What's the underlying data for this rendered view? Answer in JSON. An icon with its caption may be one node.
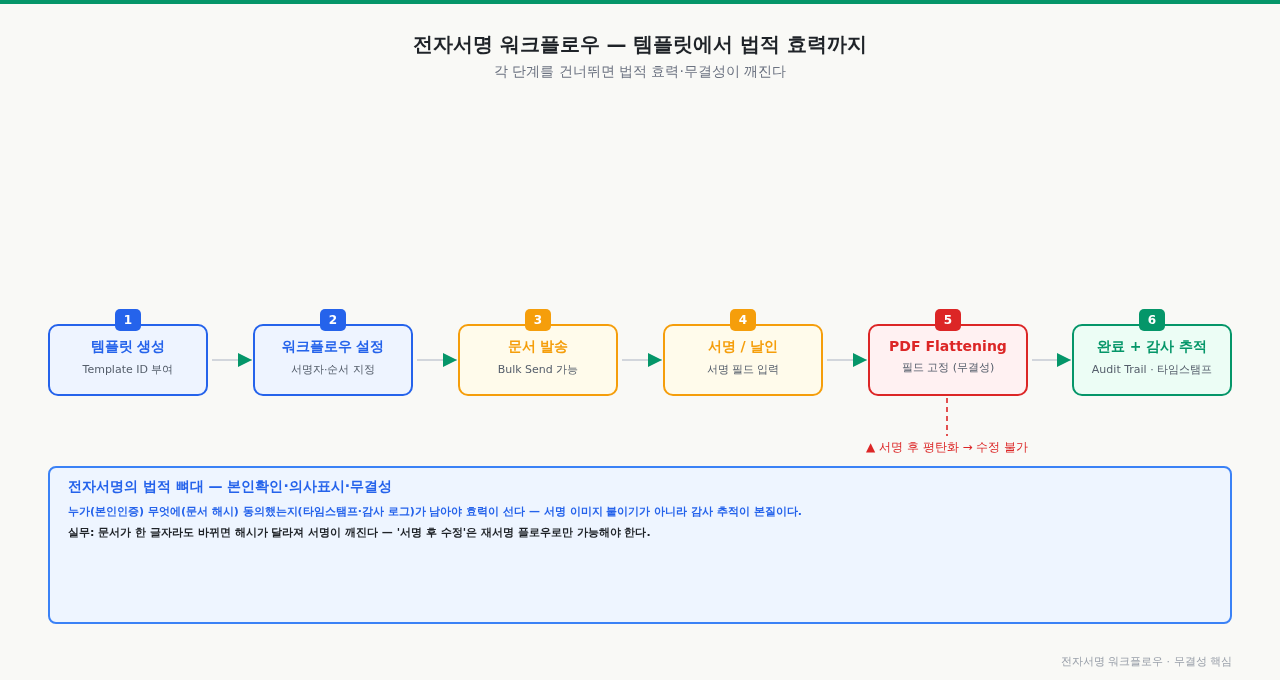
{
  "diagram": {
    "title": "전자서명 워크플로우 — 템플릿에서 법적 효력까지",
    "nodes": [
      {
        "text": [
          "템플릿 생성",
          "Template ID 부여"
        ],
        "beside": [
          "1"
        ]
      },
      {
        "text": [
          "워크플로우 설정",
          "서명자·순서 지정"
        ],
        "beside": [
          "2"
        ]
      },
      {
        "text": [
          "문서 발송",
          "Bulk Send 가능"
        ],
        "beside": [
          "3"
        ]
      },
      {
        "text": [
          "서명 / 날인",
          "서명 필드 입력"
        ],
        "beside": [
          "4"
        ]
      },
      {
        "text": [
          "PDF Flattening",
          "필드 고정 (무결성)"
        ],
        "beside": [
          "5"
        ]
      },
      {
        "text": [
          "완료 + 감사 추적",
          "Audit Trail · 타임스탬프"
        ],
        "beside": [
          "6"
        ]
      },
      {
        "text": [
          "▲ 서명 후 평탄화 → 수정 불가"
        ]
      },
      {
        "text": [
          "전자서명의 법적 뼈대 — 본인확인·의사표시·무결성",
          "누가(본인인증) 무엇에(문서 해시) 동의했는지(타임스탬프·감사 로그)가 남아야 효력이 선다 — 서명 이미지 붙이기가 아니라 감사 추적이 본질이다.",
          "실무: 문서가 한 글자라도 바뀌면 해시가 달라져 서명이 깨진다 — '서명 후 수정'은 재서명 플로우로만 가능해야 한다."
        ]
      }
    ],
    "edges": [
      {
        "from": 0,
        "to": 1,
        "arrow": "to"
      },
      {
        "from": 1,
        "to": 2,
        "arrow": "to"
      },
      {
        "from": 2,
        "to": 3,
        "arrow": "to"
      },
      {
        "from": 3,
        "to": 4,
        "arrow": "to"
      },
      {
        "from": 4,
        "to": 5,
        "arrow": "to"
      },
      {
        "from": 4,
        "to": 6,
        "arrow": "none",
        "style": "dashed",
        "color": "#dc2626"
      }
    ],
    "labels": [
      "각 단계를 건너뛰면 법적 효력·무결성이 깨진다",
      "전자서명 워크플로우 · 무결성 핵심"
    ]
  }
}
